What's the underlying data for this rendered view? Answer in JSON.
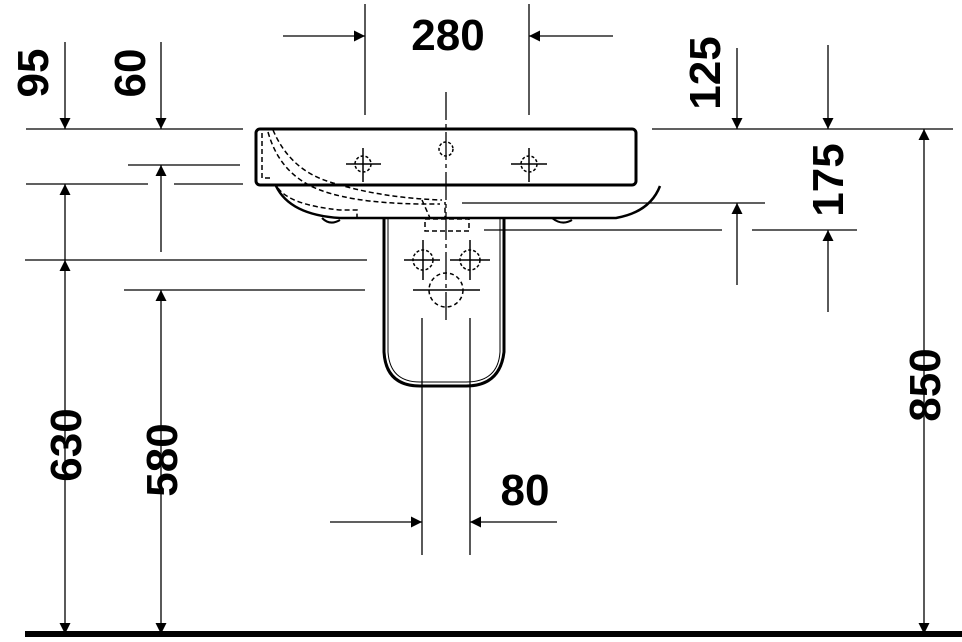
{
  "diagram": {
    "type": "technical-dimension-drawing",
    "subject": "washbasin with semi-pedestal, front elevation",
    "units": "mm",
    "colors": {
      "line": "#000000",
      "background": "#ffffff"
    },
    "dimensions": {
      "tap_hole_spacing": {
        "label": "280"
      },
      "overflow_offset_left_1": {
        "label": "95"
      },
      "overflow_offset_left_2": {
        "label": "60"
      },
      "right_offset_1": {
        "label": "125"
      },
      "right_offset_2": {
        "label": "175"
      },
      "height_630": {
        "label": "630"
      },
      "height_580": {
        "label": "580"
      },
      "drain_width": {
        "label": "80"
      },
      "total_height": {
        "label": "850"
      }
    }
  }
}
